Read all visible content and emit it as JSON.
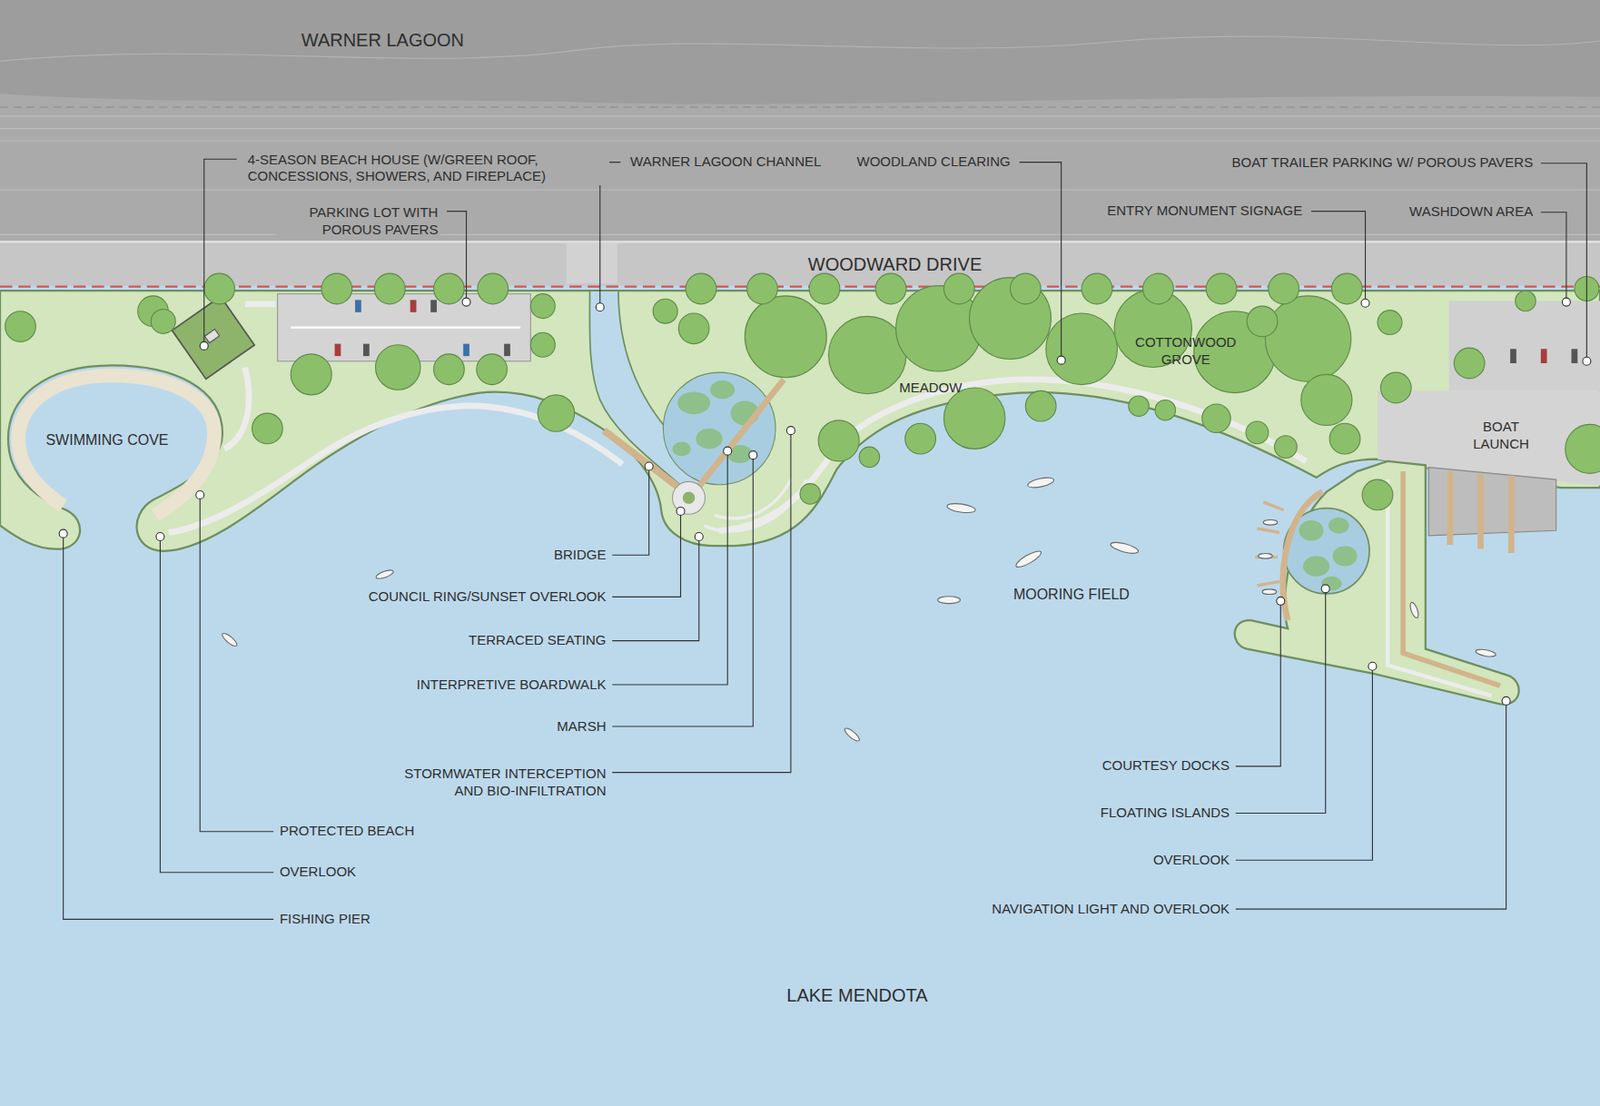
{
  "diagram": {
    "labels": [
      "WARNER LAGOON",
      "4-SEASON BEACH HOUSE (W/GREEN ROOF, CONCESSIONS, SHOWERS, AND FIREPLACE)",
      "WARNER LAGOON CHANNEL",
      "WOODLAND CLEARING",
      "BOAT TRAILER PARKING W/ POROUS PAVERS",
      "PARKING LOT WITH POROUS PAVERS",
      "ENTRY MONUMENT SIGNAGE",
      "WASHDOWN AREA",
      "WOODWARD DRIVE",
      "SWIMMING COVE",
      "MEADOW",
      "COTTONWOOD GROVE",
      "BOAT LAUNCH",
      "MOORING FIELD",
      "BRIDGE",
      "COUNCIL RING/SUNSET OVERLOOK",
      "TERRACED SEATING",
      "INTERPRETIVE BOARDWALK",
      "MARSH",
      "STORMWATER INTERCEPTION AND BIO-INFILTRATION",
      "PROTECTED BEACH",
      "OVERLOOK",
      "FISHING PIER",
      "COURTESY DOCKS",
      "FLOATING ISLANDS",
      "OVERLOOK",
      "NAVIGATION LIGHT AND OVERLOOK",
      "LAKE MENDOTA"
    ]
  }
}
